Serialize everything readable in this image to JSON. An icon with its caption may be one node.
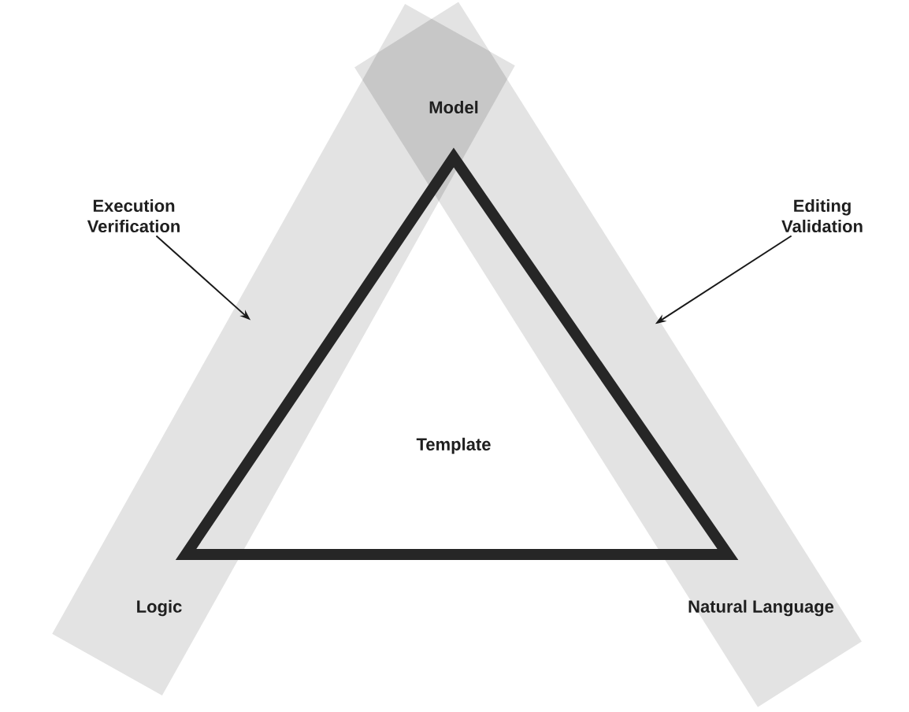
{
  "diagram": {
    "nodes": [
      {
        "text": [
          "Execution Verification"
        ]
      },
      {
        "text": [],
        "shape": "bar"
      },
      {
        "text": [],
        "shape": "bar"
      },
      {
        "text": [
          "Editing Validation"
        ]
      },
      {
        "text": [
          "Template"
        ]
      }
    ],
    "edges": [
      {
        "from": 0,
        "to": 1,
        "arrow": "to"
      },
      {
        "from": 3,
        "to": 2,
        "arrow": "to"
      }
    ],
    "labels": [
      "Model",
      "Logic",
      "Natural Language"
    ]
  }
}
